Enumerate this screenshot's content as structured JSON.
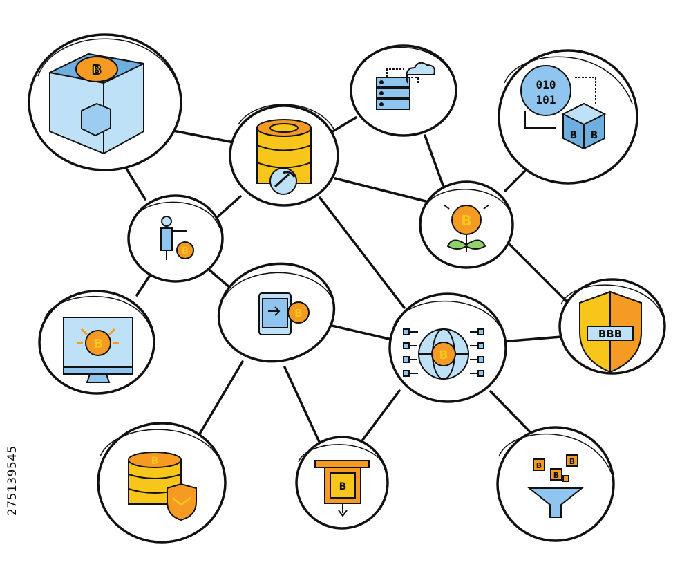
{
  "image_id_label": "275139545",
  "colors": {
    "outline": "#111111",
    "coin_orange": "#F59A23",
    "coin_yellow": "#F8C61B",
    "blue": "#6FAFE0",
    "light_blue": "#BFE1F7",
    "green": "#8FD16A",
    "gray_blue": "#5D8CB8"
  },
  "nodes": [
    {
      "id": "blockchain-cube",
      "icon": "bitcoin-blockchain-cube-icon",
      "binary_top": "",
      "binary_bottom": ""
    },
    {
      "id": "mining-database",
      "icon": "mining-database-icon"
    },
    {
      "id": "cloud-server",
      "icon": "cloud-server-icon"
    },
    {
      "id": "binary-code",
      "icon": "binary-to-bitcoin-block-icon",
      "binary_top": "010",
      "binary_bottom": "101"
    },
    {
      "id": "investor",
      "icon": "bitcoin-investor-icon"
    },
    {
      "id": "growth-plant",
      "icon": "bitcoin-growth-plant-icon"
    },
    {
      "id": "monitor-expand",
      "icon": "bitcoin-monitor-icon"
    },
    {
      "id": "mobile-payment",
      "icon": "mobile-bitcoin-payment-icon"
    },
    {
      "id": "global-network",
      "icon": "bitcoin-global-network-icon"
    },
    {
      "id": "security-shield",
      "icon": "bitcoin-security-shield-icon"
    },
    {
      "id": "coin-stack-shield",
      "icon": "protected-coin-stack-icon"
    },
    {
      "id": "atm-cash",
      "icon": "bitcoin-atm-withdrawal-icon"
    },
    {
      "id": "funnel-filter",
      "icon": "bitcoin-funnel-icon"
    }
  ]
}
